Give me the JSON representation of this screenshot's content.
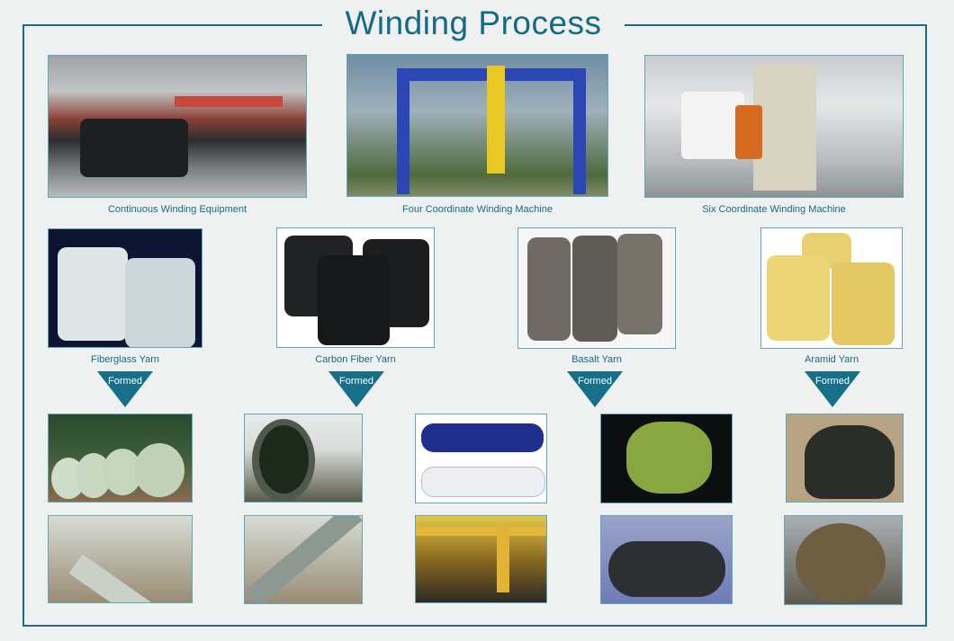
{
  "title": "Winding Process",
  "colors": {
    "accent": "#136b87",
    "frame": "#1a6f86",
    "background": "#eff0f0"
  },
  "machines": [
    {
      "label": "Continuous Winding Equipment"
    },
    {
      "label": "Four Coordinate Winding Machine"
    },
    {
      "label": "Six Coordinate Winding Machine"
    }
  ],
  "yarns": [
    {
      "label": "Fiberglass Yarn",
      "arrow": "Formed"
    },
    {
      "label": "Carbon Fiber Yarn",
      "arrow": "Formed"
    },
    {
      "label": "Basalt Yarn",
      "arrow": "Formed"
    },
    {
      "label": "Aramid Yarn",
      "arrow": "Formed"
    }
  ],
  "products": [
    {
      "name": "frp-pipes-stacked"
    },
    {
      "name": "large-frp-pipe"
    },
    {
      "name": "membrane-pressure-vessels"
    },
    {
      "name": "wound-mandrel"
    },
    {
      "name": "composite-dome-vessel"
    },
    {
      "name": "buried-pipeline"
    },
    {
      "name": "pipeline-joint-in-trench"
    },
    {
      "name": "yellow-frp-piping"
    },
    {
      "name": "carbon-pressure-tank"
    },
    {
      "name": "large-wound-vessel"
    }
  ]
}
